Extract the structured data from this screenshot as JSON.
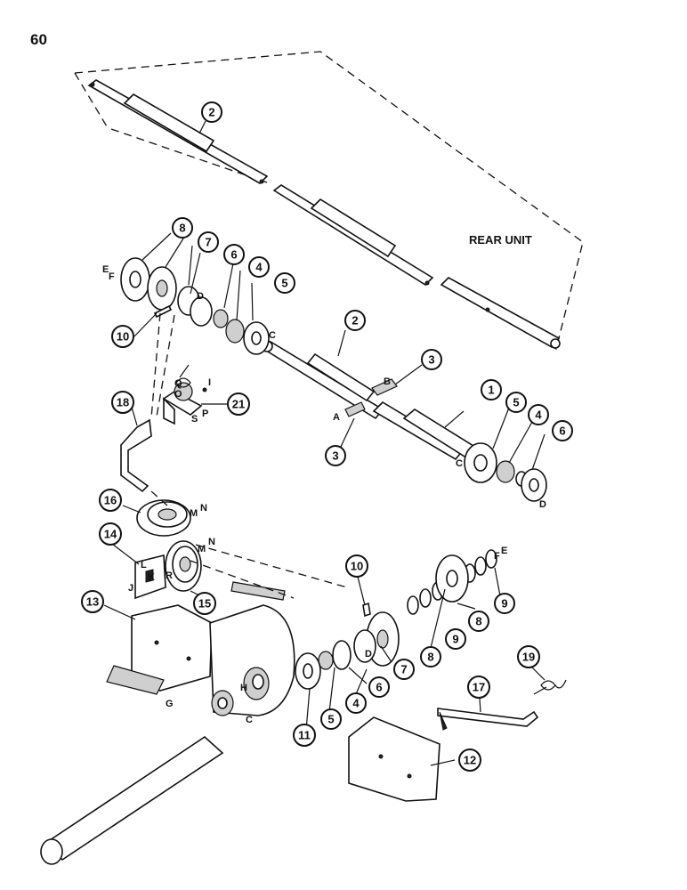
{
  "page_number": "60",
  "caption": "REAR UNIT",
  "callouts": [
    "1",
    "2",
    "3",
    "4",
    "5",
    "6",
    "7",
    "8",
    "9",
    "10",
    "11",
    "12",
    "13",
    "14",
    "15",
    "16",
    "17",
    "18",
    "19",
    "21"
  ],
  "letters": [
    "A",
    "B",
    "C",
    "D",
    "E",
    "F",
    "G",
    "H",
    "I",
    "J",
    "K",
    "L",
    "M",
    "N",
    "O",
    "P",
    "Q",
    "R",
    "S"
  ]
}
